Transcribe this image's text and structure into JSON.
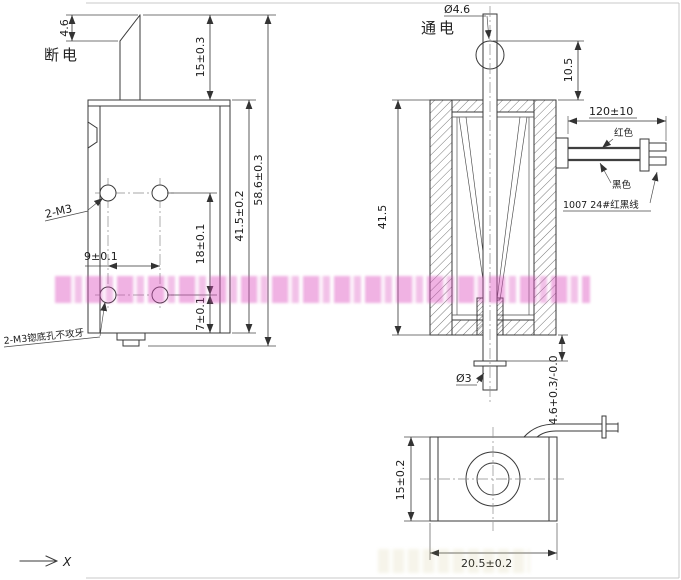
{
  "views": {
    "left_title": "断电",
    "right_title": "通电"
  },
  "dims": {
    "chamfer": "4.6",
    "stroke": "15±0.3",
    "total_height": "58.6±0.3",
    "body_height_tol": "41.5±0.2",
    "hole_row_spacing": "18±0.1",
    "hole_col_spacing": "9±0.1",
    "hole_bottom_offset": "7±0.1",
    "plunger_hole_dia": "Ø4.6",
    "head_offset": "10.5",
    "lead_length": "120±10",
    "body_height": "41.5",
    "pin_dia": "Ø3",
    "tip_extension": "4.6+0.3/-0.0",
    "base_depth": "15±0.2",
    "base_width": "20.5±0.2"
  },
  "notes": {
    "tap_holes": "2-M3",
    "counterbore_holes": "2-M3锪底孔不攻牙",
    "wire_red": "红色",
    "wire_black": "黑色",
    "wire_spec": "1007 24#红黑线"
  },
  "axis": {
    "x_label": "X"
  }
}
